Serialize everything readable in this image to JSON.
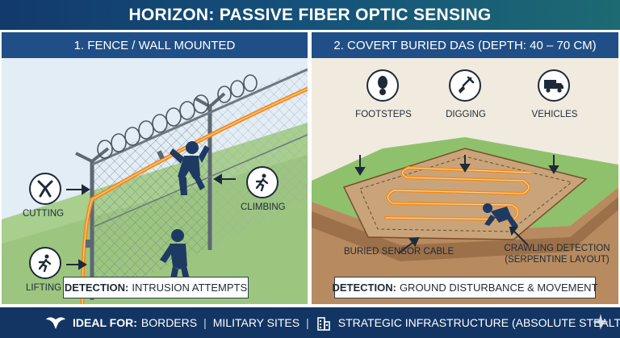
{
  "header": {
    "title": "HORIZON: PASSIVE FIBER OPTIC SENSING"
  },
  "left_panel": {
    "title": "1. FENCE / WALL MOUNTED",
    "labels": {
      "cutting": "CUTTING",
      "lifting": "LIFTING",
      "climbing": "CLIMBING"
    },
    "icons": {
      "cutting": "pliers-icon",
      "lifting": "running-person-icon",
      "climbing": "running-person-icon"
    },
    "detection": {
      "key": "DETECTION:",
      "value": "INTRUSION ATTEMPTS"
    }
  },
  "right_panel": {
    "title": "2. COVERT BURIED DAS (DEPTH: 40 – 70 CM)",
    "labels": {
      "footsteps": "FOOTSTEPS",
      "digging": "DIGGING",
      "vehicles": "VEHICLES",
      "buried_cable": "BURIED SENSOR CABLE",
      "crawling_line1": "CRAWLING DETECTION",
      "crawling_line2": "(SERPENTINE LAYOUT)"
    },
    "icons": {
      "footsteps": "footprint-icon",
      "digging": "shovel-icon",
      "vehicles": "truck-icon"
    },
    "detection": {
      "key": "DETECTION:",
      "value": "GROUND DISTURBANCE & MOVEMENT"
    }
  },
  "footer": {
    "key": "IDEAL FOR:",
    "items": [
      "BORDERS",
      "MILITARY SITES",
      "STRATEGIC INFRASTRUCTURE (ABSOLUTE STEALTH)"
    ],
    "separator": "|"
  },
  "colors": {
    "header": "#123a6b",
    "panel_head": "#1f4f86",
    "fiber": "#f08a1c",
    "footer": "#123564"
  }
}
